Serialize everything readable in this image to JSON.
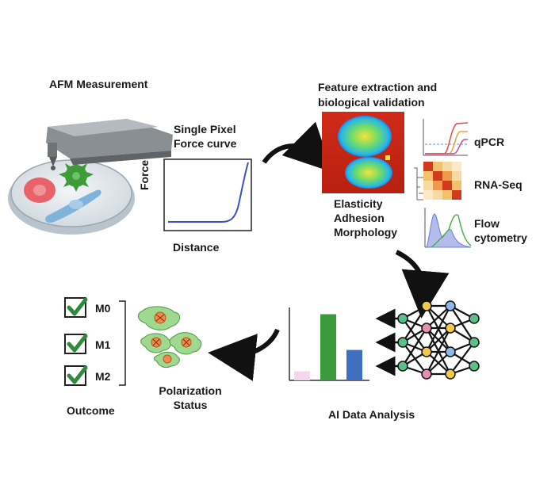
{
  "sections": {
    "afm_title": "AFM Measurement",
    "single_pixel_line1": "Single Pixel",
    "single_pixel_line2": "Force curve",
    "force_axis": "Force",
    "distance_axis": "Distance",
    "feature_line1": "Feature extraction and",
    "feature_line2": "biological validation",
    "features": [
      "Elasticity",
      "Adhesion",
      "Morphology"
    ],
    "validation_methods": {
      "qpcr": "qPCR",
      "rnaseq": "RNA-Seq",
      "flow_line1": "Flow",
      "flow_line2": "cytometry"
    },
    "ai_analysis": "AI Data Analysis",
    "polarization_line1": "Polarization",
    "polarization_line2": "Status",
    "outcome": "Outcome",
    "checklist": [
      "M0",
      "M1",
      "M2"
    ]
  },
  "colors": {
    "bar_pink": "#f6d6ee",
    "bar_green": "#3b9a3b",
    "bar_blue": "#3f6fbf",
    "check_green": "#2e8b3e",
    "arrow": "#111111",
    "curve_blue": "#3a4fd0"
  },
  "bar_levels": [
    0.12,
    0.87,
    0.4
  ]
}
